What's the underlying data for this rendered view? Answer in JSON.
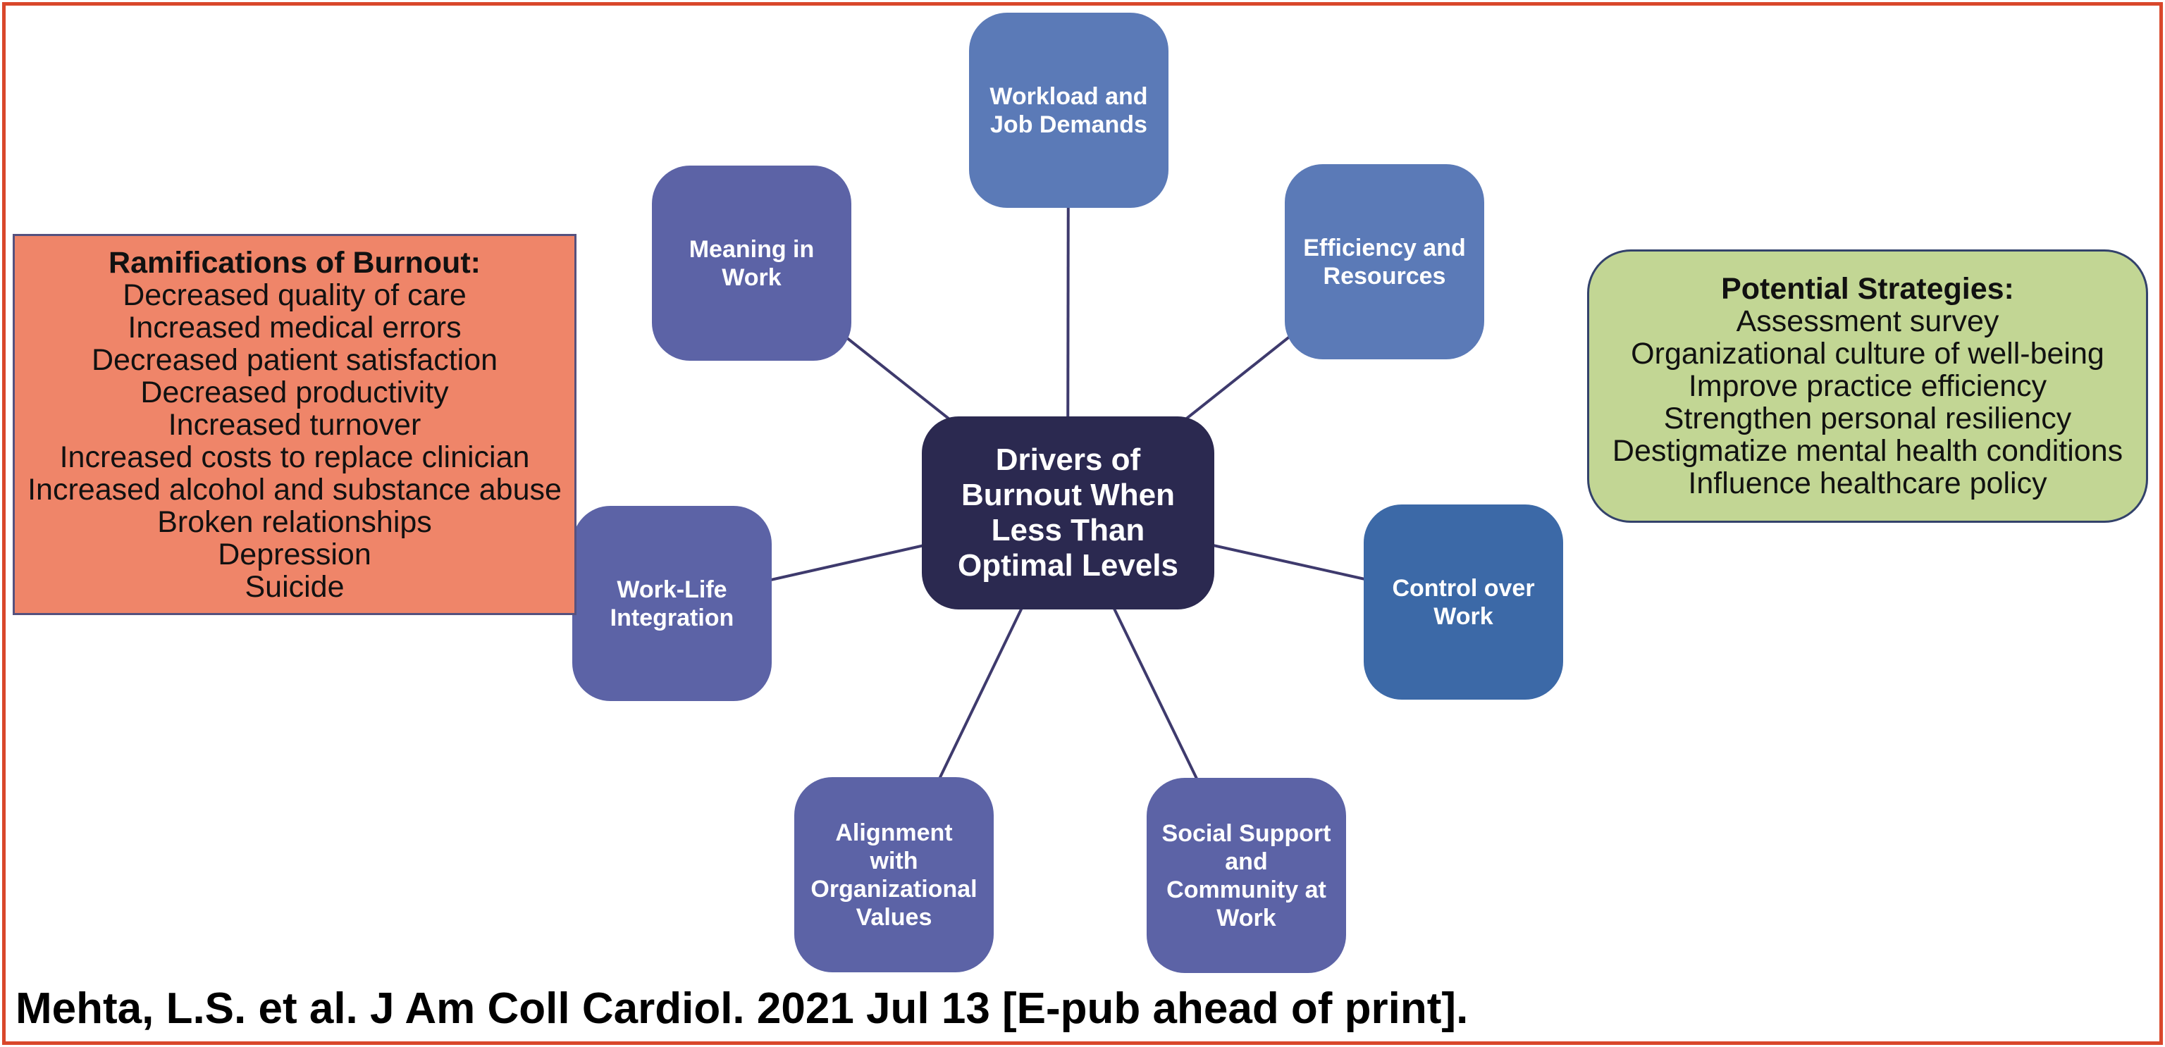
{
  "colors": {
    "frame_border": "#d9472b",
    "connector": "#3e3a6d",
    "center_fill": "#2b2950",
    "satellite_blue": "#5b7ab7",
    "satellite_purple": "#5c63a6",
    "satellite_dark_blue": "#3c69a7",
    "ramifications_fill": "#ef8569",
    "ramifications_border": "#55517e",
    "strategies_fill": "#c2d694",
    "strategies_border": "#33426b"
  },
  "center": {
    "label": "Drivers of\nBurnout When\nLess Than\nOptimal Levels"
  },
  "satellites": [
    {
      "id": "workload",
      "label": "Workload and\nJob Demands"
    },
    {
      "id": "meaning",
      "label": "Meaning in\nWork"
    },
    {
      "id": "efficiency",
      "label": "Efficiency and\nResources"
    },
    {
      "id": "worklife",
      "label": "Work-Life\nIntegration"
    },
    {
      "id": "control",
      "label": "Control over\nWork"
    },
    {
      "id": "alignment",
      "label": "Alignment\nwith\nOrganizational\nValues"
    },
    {
      "id": "social",
      "label": "Social Support\nand\nCommunity at\nWork"
    }
  ],
  "ramifications": {
    "title": "Ramifications of Burnout:",
    "items": [
      "Decreased quality of care",
      "Increased medical errors",
      "Decreased patient satisfaction",
      "Decreased productivity",
      "Increased turnover",
      "Increased costs to replace clinician",
      "Increased alcohol and substance abuse",
      "Broken relationships",
      "Depression",
      "Suicide"
    ]
  },
  "strategies": {
    "title": "Potential Strategies:",
    "items": [
      "Assessment survey",
      "Organizational culture of well-being",
      "Improve practice efficiency",
      "Strengthen personal resiliency",
      "Destigmatize mental health conditions",
      "Influence healthcare policy"
    ]
  },
  "citation": {
    "text": "Mehta, L.S. et al. J Am Coll Cardiol. 2021 Jul 13 [E-pub ahead of print]."
  }
}
